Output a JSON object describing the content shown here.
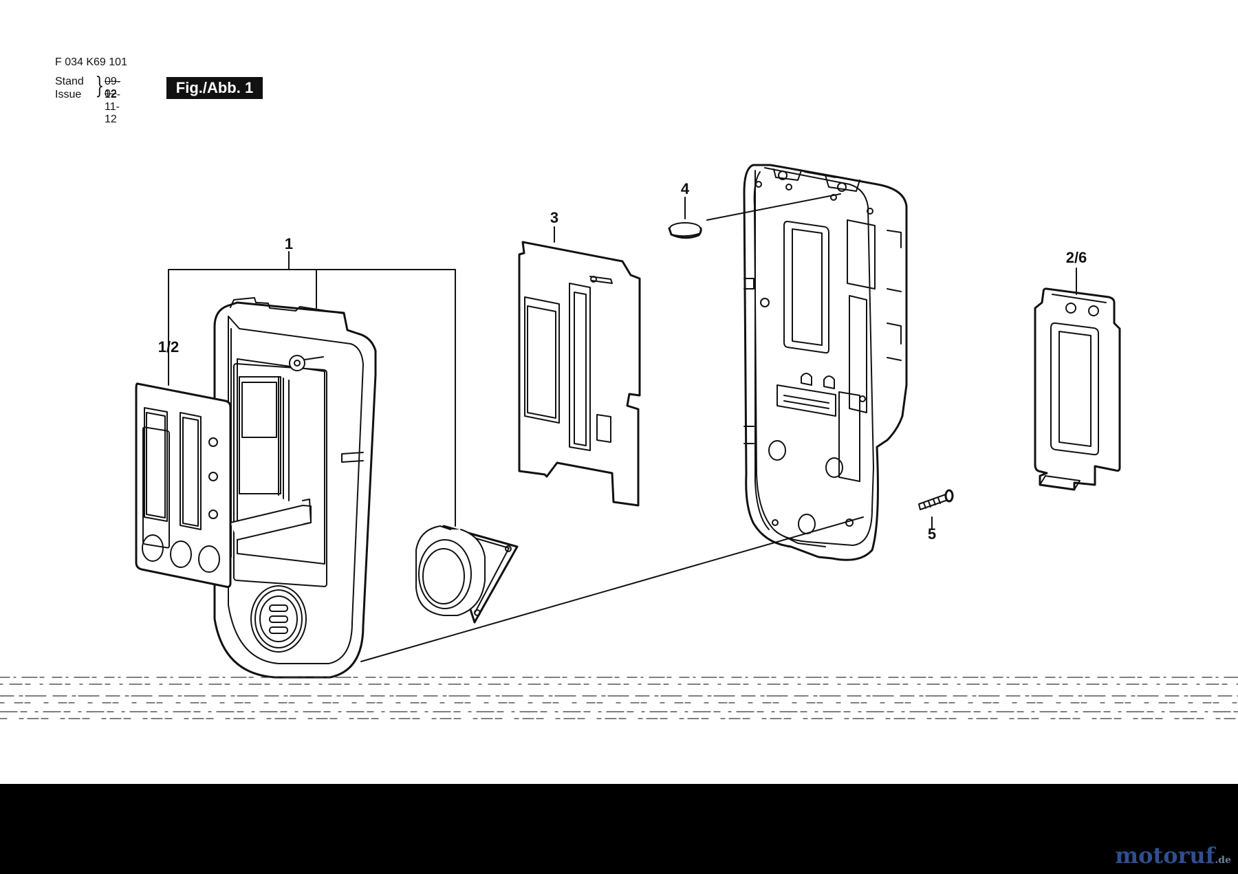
{
  "header": {
    "doc_number": "F 034 K69 101",
    "stand_label": "Stand",
    "issue_label": "Issue",
    "date_old": "09-02",
    "date_new": "12-11-12",
    "figure_label": "Fig./Abb. 1"
  },
  "callouts": {
    "part_1": "1",
    "part_1_2": "1/2",
    "part_2_6": "2/6",
    "part_3": "3",
    "part_4": "4",
    "part_5": "5"
  },
  "watermark": {
    "text": "motoruf",
    "suffix": ".de"
  }
}
